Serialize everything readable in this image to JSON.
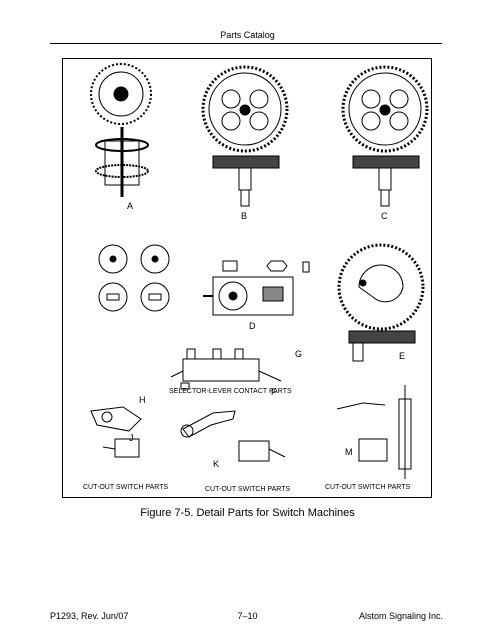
{
  "header": {
    "title": "Parts Catalog"
  },
  "figure": {
    "caption": "Figure 7-5.  Detail Parts for Switch Machines",
    "labels": {
      "A": "A",
      "B": "B",
      "C": "C",
      "D": "D",
      "E": "E",
      "F": "F",
      "G": "G",
      "H": "H",
      "J": "J",
      "K": "K",
      "M": "M",
      "selector": "SELECTOR-LEVER CONTACT PARTS",
      "cutout1": "CUT-OUT SWITCH PARTS",
      "cutout2": "CUT-OUT SWITCH PARTS",
      "cutout3": "CUT-OUT SWITCH PARTS"
    }
  },
  "footer": {
    "left": "P1293, Rev. Jun/07",
    "center": "7–10",
    "right": "Alstom Signaling Inc."
  }
}
